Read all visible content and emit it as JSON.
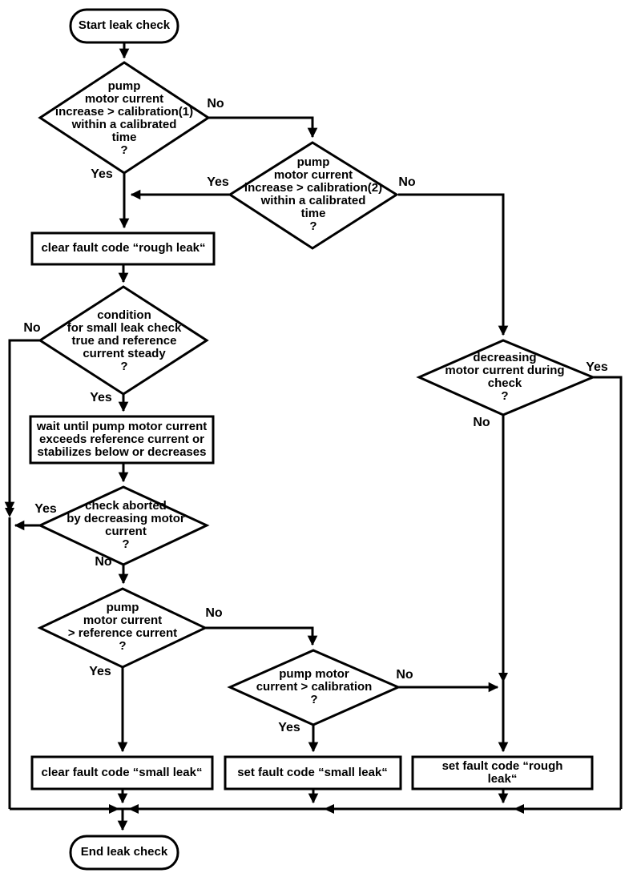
{
  "diagram": {
    "type": "flowchart",
    "nodes": {
      "start": "Start leak check",
      "decision_rough_cal1": "pump\nmotor current\nincrease > calibration(1)\nwithin a calibrated\ntime\n?",
      "decision_rough_cal2": "pump\nmotor current\nincrease > calibration(2)\nwithin a calibrated\ntime\n?",
      "process_clear_rough": "clear fault code “rough leak“",
      "decision_condition_small": "condition\nfor small leak check\ntrue and reference\ncurrent steady\n?",
      "process_wait": "wait until pump motor current\nexceeds reference current or\nstabilizes below or decreases",
      "decision_check_aborted": "check aborted\nby decreasing motor\ncurrent\n?",
      "decision_ref_current": "pump\nmotor current\n> reference current\n?",
      "decision_cal": "pump motor\ncurrent > calibration\n?",
      "decision_decreasing": "decreasing\nmotor current during\ncheck\n?",
      "process_clear_small": "clear fault code “small leak“",
      "process_set_small": "set fault code “small leak“",
      "process_set_rough": "set fault code “rough leak“",
      "end": "End leak check"
    },
    "edge_labels": {
      "cal1_no": "No",
      "cal1_yes": "Yes",
      "cal2_yes": "Yes",
      "cal2_no": "No",
      "condition_no": "No",
      "condition_yes": "Yes",
      "aborted_yes": "Yes",
      "aborted_no": "No",
      "ref_no": "No",
      "ref_yes": "Yes",
      "cal_no": "No",
      "cal_yes": "Yes",
      "decreasing_yes": "Yes",
      "decreasing_no": "No"
    },
    "colors": {
      "line": "#000000",
      "fill": "#ffffff",
      "text": "#000000"
    }
  }
}
